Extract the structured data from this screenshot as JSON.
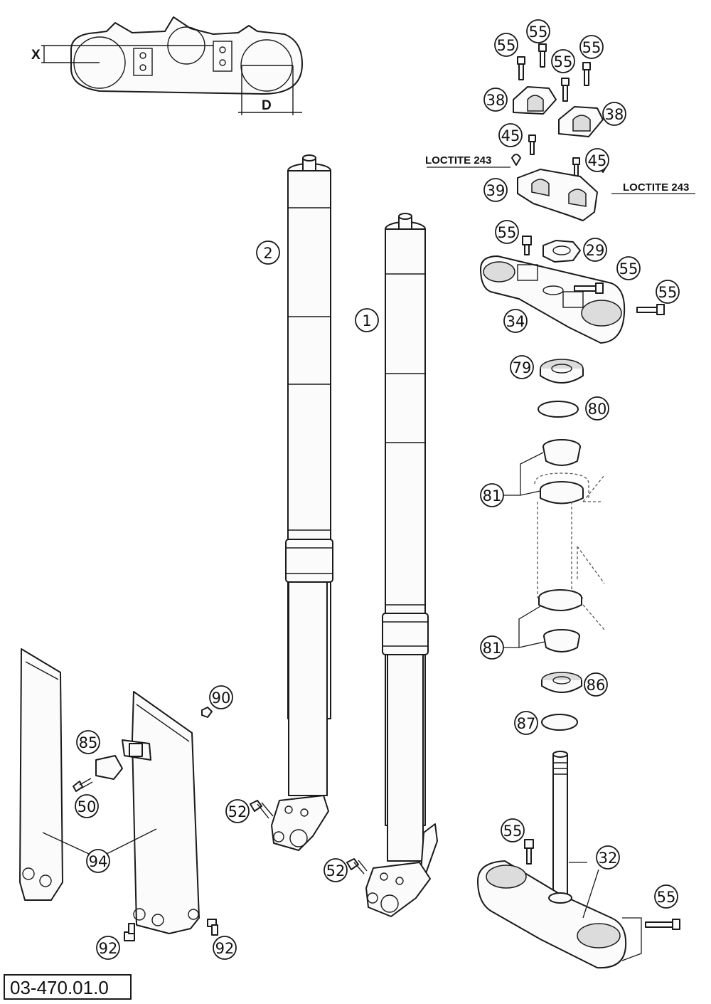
{
  "dimension_labels": {
    "x": "X",
    "d": "D"
  },
  "adhesive_note": "LOCTITE 243",
  "drawing_code": "03-470.01.0",
  "part_numbers": {
    "p1": "1",
    "p2": "2",
    "p29": "29",
    "p32": "32",
    "p34": "34",
    "p38": "38",
    "p39": "39",
    "p45": "45",
    "p50": "50",
    "p52": "52",
    "p55": "55",
    "p79": "79",
    "p80": "80",
    "p81": "81",
    "p85": "85",
    "p86": "86",
    "p87": "87",
    "p90": "90",
    "p92": "92",
    "p94": "94"
  }
}
